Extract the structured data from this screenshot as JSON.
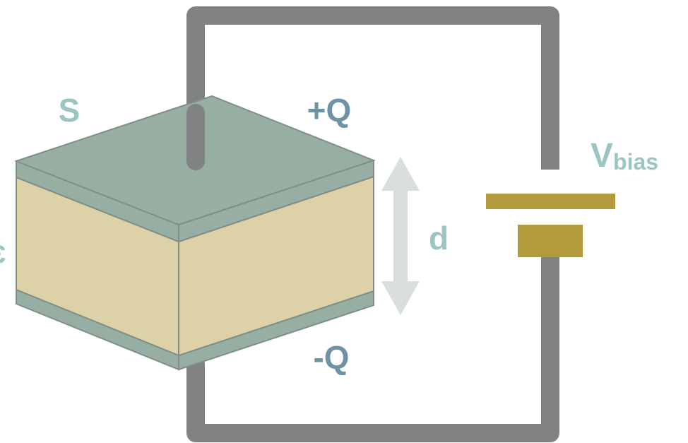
{
  "labels": {
    "area": "S",
    "charge_top": "+Q",
    "charge_bottom": "-Q",
    "distance": "d",
    "voltage_main": "V",
    "voltage_sub": "bias",
    "left_edge_fragment": "ɛ"
  },
  "colors": {
    "wire": "#808284",
    "plate": "#97aea3",
    "plate_edge": "#7f8f88",
    "dielectric": "#ddd1a8",
    "arrow": "#d8dfdd",
    "battery": "#b39b3b",
    "label_light": "#9cc5c2",
    "label_dark": "#6f93a4"
  }
}
